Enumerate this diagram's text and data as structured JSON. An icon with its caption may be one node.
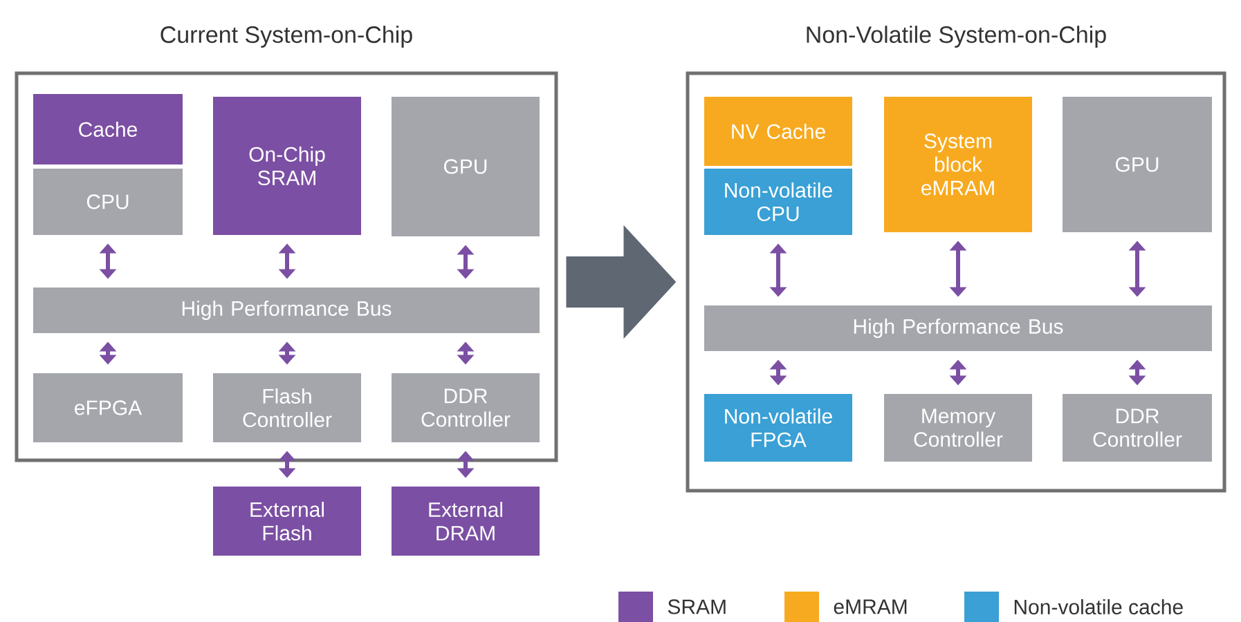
{
  "diagram": {
    "nodes": [
      {
        "text": [
          "Current System-on-Chip"
        ]
      },
      {
        "text": [
          "Cache"
        ],
        "in": 0
      },
      {
        "text": [
          "CPU"
        ],
        "in": 0
      },
      {
        "text": [
          "On-Chip SRAM"
        ],
        "in": 0
      },
      {
        "text": [
          "GPU"
        ],
        "in": 0
      },
      {
        "text": [
          "High Performance Bus"
        ],
        "in": 0
      },
      {
        "text": [
          "eFPGA"
        ],
        "in": 0
      },
      {
        "text": [
          "Flash Controller"
        ],
        "in": 0
      },
      {
        "text": [
          "DDR Controller"
        ],
        "in": 0
      },
      {
        "text": [
          "External Flash"
        ]
      },
      {
        "text": [
          "External DRAM"
        ]
      },
      {
        "text": [
          "Non-Volatile System-on-Chip"
        ]
      },
      {
        "text": [
          "NV Cache"
        ],
        "in": 11
      },
      {
        "text": [
          "Non-volatile CPU"
        ],
        "in": 11
      },
      {
        "text": [
          "System block eMRAM"
        ],
        "in": 11
      },
      {
        "text": [
          "GPU"
        ],
        "in": 11
      },
      {
        "text": [
          "High Performance Bus"
        ],
        "in": 11
      },
      {
        "text": [
          "Non-volatile FPGA"
        ],
        "in": 11
      },
      {
        "text": [
          "Memory Controller"
        ],
        "in": 11
      },
      {
        "text": [
          "DDR Controller"
        ],
        "in": 11
      }
    ],
    "edges": [
      {
        "from": 2,
        "to": 5,
        "arrow": "both"
      },
      {
        "from": 3,
        "to": 5,
        "arrow": "both"
      },
      {
        "from": 4,
        "to": 5,
        "arrow": "both"
      },
      {
        "from": 5,
        "to": 6,
        "arrow": "both"
      },
      {
        "from": 5,
        "to": 7,
        "arrow": "both"
      },
      {
        "from": 5,
        "to": 8,
        "arrow": "both"
      },
      {
        "from": 7,
        "to": 9,
        "arrow": "both"
      },
      {
        "from": 8,
        "to": 10,
        "arrow": "both"
      },
      {
        "from": 0,
        "to": 11,
        "arrow": "to",
        "style": "thick",
        "color": "#5f6772"
      },
      {
        "from": 13,
        "to": 16,
        "arrow": "both"
      },
      {
        "from": 14,
        "to": 16,
        "arrow": "both"
      },
      {
        "from": 15,
        "to": 16,
        "arrow": "both"
      },
      {
        "from": 16,
        "to": 17,
        "arrow": "both"
      },
      {
        "from": 16,
        "to": 18,
        "arrow": "both"
      },
      {
        "from": 16,
        "to": 19,
        "arrow": "both"
      }
    ],
    "legend": [
      {
        "text": "SRAM",
        "color": "#7b4fa3"
      },
      {
        "text": "eMRAM",
        "color": "#f7aa1f"
      },
      {
        "text": "Non-volatile cache",
        "color": "#3aa0d5"
      }
    ]
  }
}
